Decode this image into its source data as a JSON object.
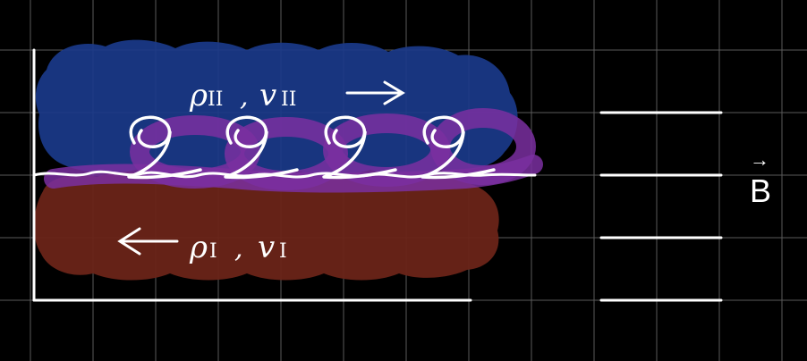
{
  "board": {
    "background": "#000000",
    "grid_color": "#5a5a5a",
    "ink_color": "#ffffff"
  },
  "regions": {
    "upper": {
      "color": "#1a3a8a",
      "rho_symbol": "ρ",
      "v_symbol": "v",
      "subscript": "II",
      "direction": "right"
    },
    "lower": {
      "color": "#6a2418",
      "rho_symbol": "ρ",
      "v_symbol": "v",
      "subscript": "I",
      "direction": "left"
    },
    "interface": {
      "color": "#7a2fa0",
      "curl_glyph": "9",
      "curl_count": 4
    }
  },
  "field": {
    "symbol": "B",
    "vector_arrow": "→",
    "line_count": 4
  }
}
